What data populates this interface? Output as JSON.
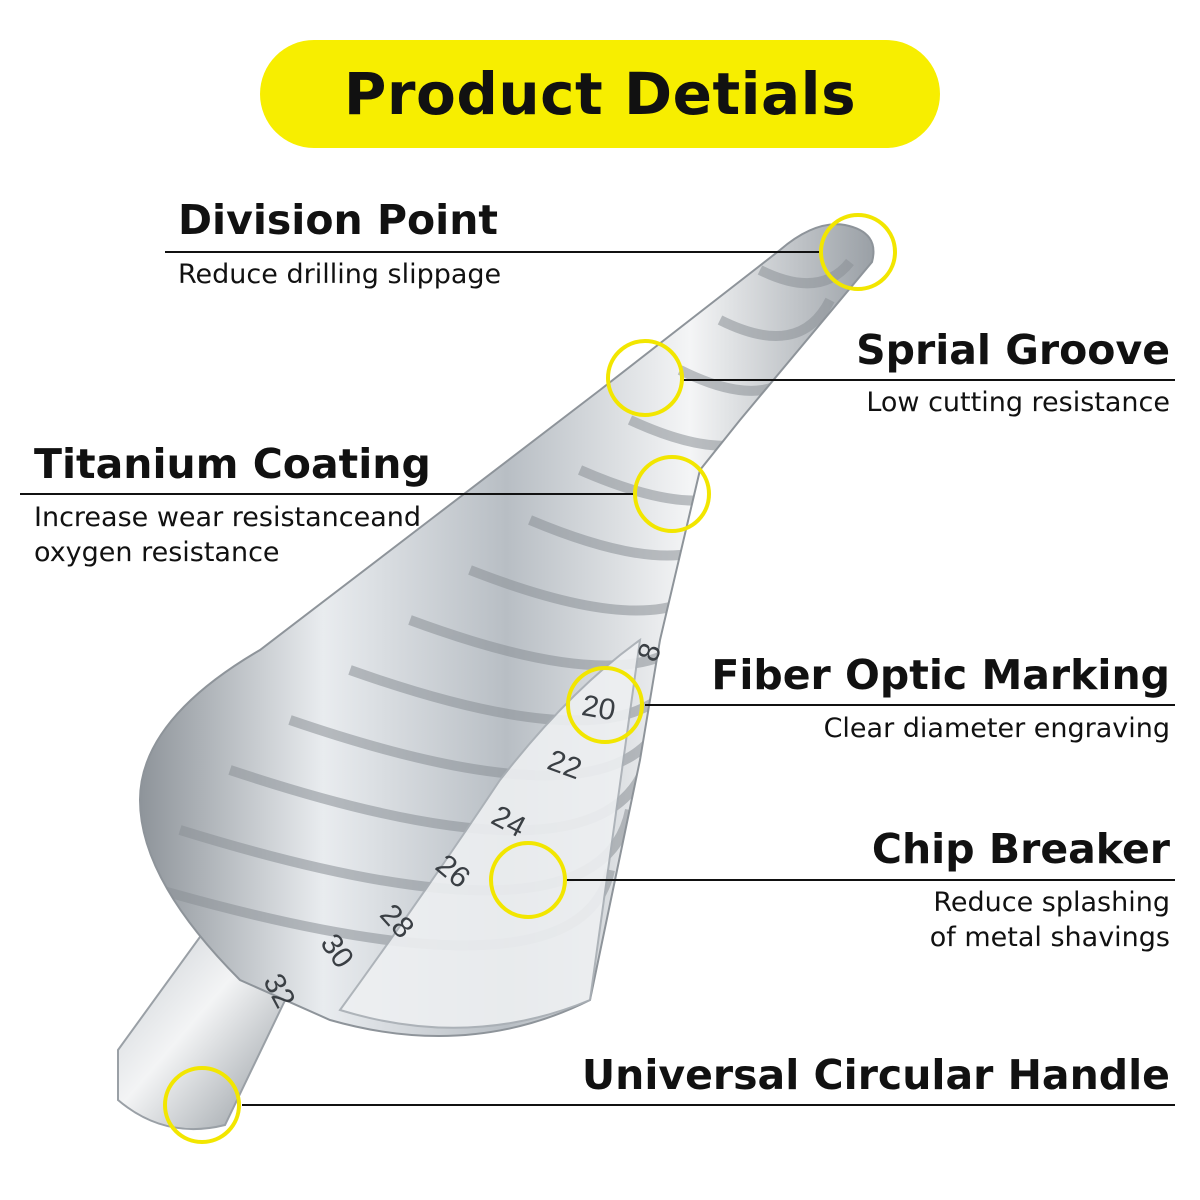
{
  "title": "Product Detials",
  "features": {
    "division_point": {
      "title": "Division Point",
      "desc": "Reduce drilling slippage"
    },
    "spiral_groove": {
      "title": "Sprial Groove",
      "desc": "Low cutting resistance"
    },
    "titanium_coating": {
      "title": "Titanium Coating",
      "desc_line1": "Increase wear resistanceand",
      "desc_line2": "oxygen resistance"
    },
    "fiber_optic_marking": {
      "title": "Fiber Optic Marking",
      "desc": "Clear diameter engraving"
    },
    "chip_breaker": {
      "title": "Chip Breaker",
      "desc_line1": "Reduce splashing",
      "desc_line2": "of metal shavings"
    },
    "handle": {
      "title": "Universal Circular Handle"
    }
  },
  "diameter_markings": [
    "8",
    "20",
    "22",
    "24",
    "26",
    "28",
    "30",
    "32"
  ],
  "colors": {
    "banner": "#f7ee00",
    "highlight_ring": "#f2e600",
    "text": "#111111"
  }
}
